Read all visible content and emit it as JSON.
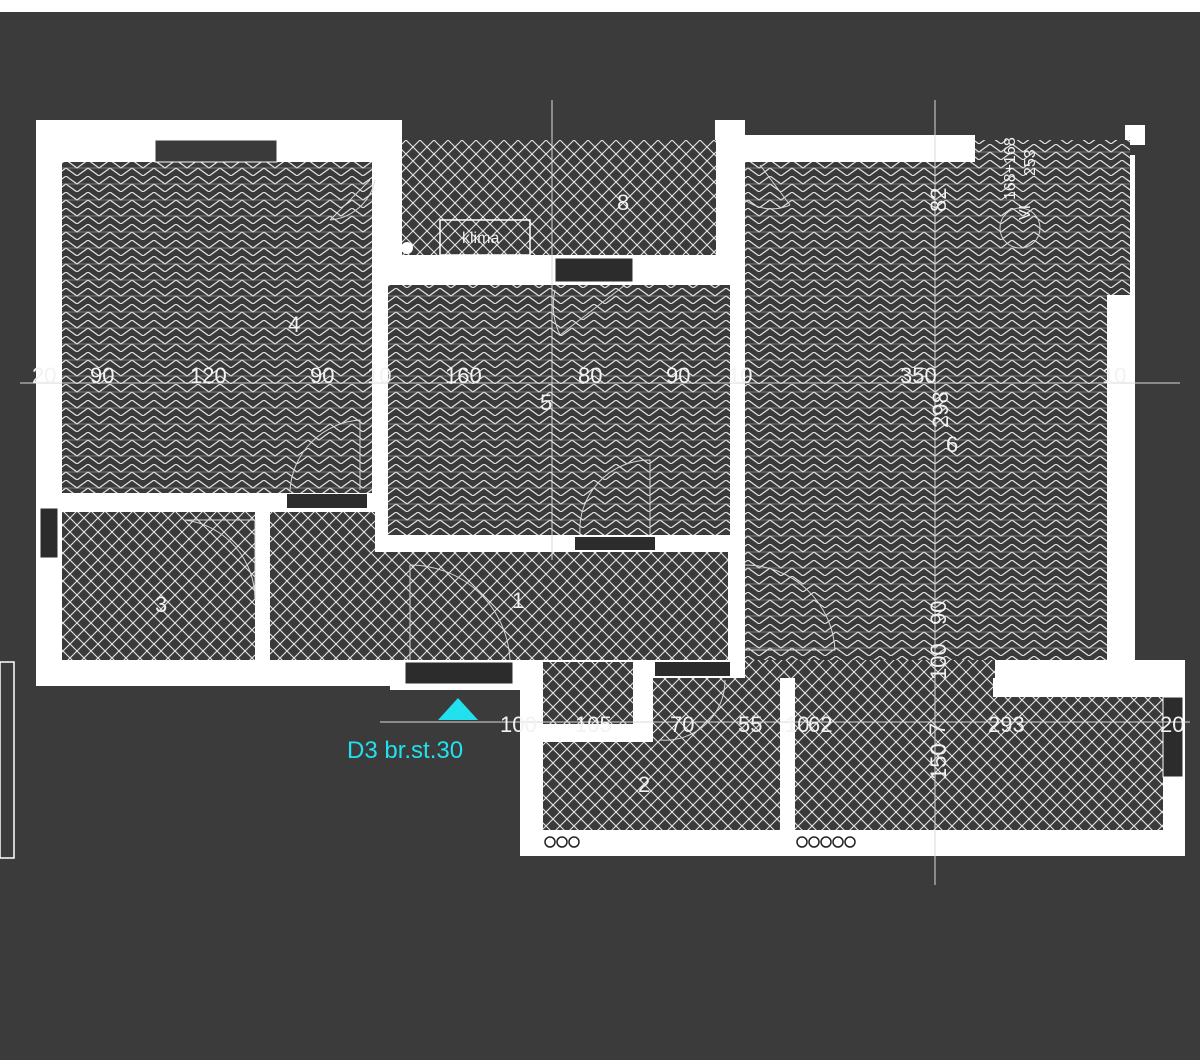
{
  "plan": {
    "rooms": [
      {
        "label": "1"
      },
      {
        "label": "2"
      },
      {
        "label": "3"
      },
      {
        "label": "4"
      },
      {
        "label": "5"
      },
      {
        "label": "6"
      },
      {
        "label": "7"
      },
      {
        "label": "8"
      }
    ],
    "fixture_label": "klima",
    "window_mark": "VI",
    "horizontal_dims": [
      "20",
      "90",
      "120",
      "90",
      "10",
      "160",
      "80",
      "90",
      "10",
      "350",
      "10"
    ],
    "lower_dims": [
      "100",
      "105",
      "70",
      "55",
      "10",
      "62",
      "293",
      "20"
    ],
    "vertical_dims": {
      "room6_height": "298",
      "top_right": "82",
      "window_a": "168+168",
      "window_b": "253",
      "v90": "90",
      "v100": "100",
      "v150": "150"
    },
    "entrance_label": "D3 br.st.30",
    "colors": {
      "background": "#3b3b3b",
      "wall": "#ffffff",
      "entrance": "#22e0ee"
    }
  }
}
